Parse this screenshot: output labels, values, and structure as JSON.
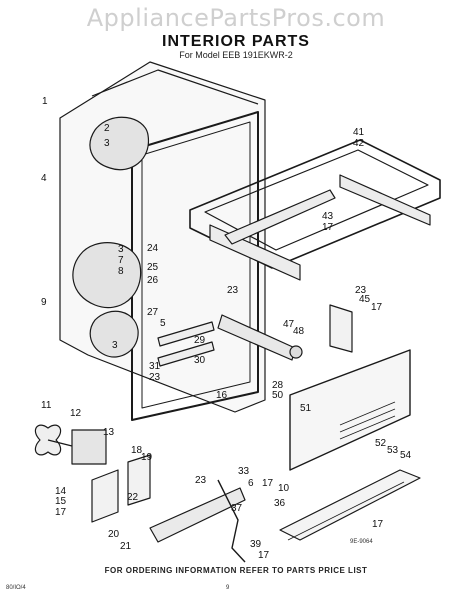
{
  "watermark": "AppliancePartsPros.com",
  "title": "INTERIOR PARTS",
  "subtitle": "For Model EEB 191EKWR-2",
  "footer": "FOR ORDERING INFORMATION REFER TO PARTS PRICE LIST",
  "code_left": "80/IO/4",
  "page_number": "9",
  "code_right": "9E-9064",
  "callouts": {
    "c1": "1",
    "c2": "2",
    "c3a": "3",
    "c4": "4",
    "c3b": "3",
    "c7": "7",
    "c8": "8",
    "c9": "9",
    "c3c": "3",
    "c41": "41",
    "c42": "42",
    "c43": "43",
    "c17a": "17",
    "c24": "24",
    "c25": "25",
    "c26": "26",
    "c27": "27",
    "c5": "5",
    "c23a": "23",
    "c29": "29",
    "c30": "30",
    "c31": "31",
    "c23b": "23",
    "c47": "47",
    "c48": "48",
    "c23c": "23",
    "c45": "45",
    "c17b": "17",
    "c28": "28",
    "c50": "50",
    "c16": "16",
    "c51": "51",
    "c11": "11",
    "c12": "12",
    "c13": "13",
    "c18": "18",
    "c19": "19",
    "c23d": "23",
    "c22": "22",
    "c14": "14",
    "c15": "15",
    "c17c": "17",
    "c20": "20",
    "c21": "21",
    "c33": "33",
    "c6": "6",
    "c17d": "17",
    "c37": "37",
    "c10": "10",
    "c36": "36",
    "c39": "39",
    "c17e": "17",
    "c52": "52",
    "c53": "53",
    "c54": "54",
    "c17f": "17"
  }
}
